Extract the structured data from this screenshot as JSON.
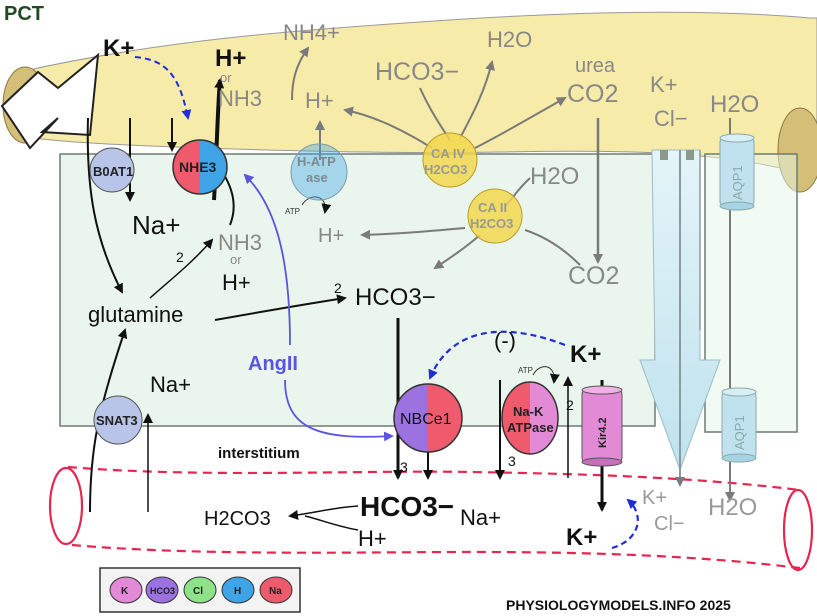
{
  "title": "PCT",
  "lumen": {
    "k_plus": "K+",
    "h_plus": "H+",
    "or1": "or",
    "nh3_top": "NH3",
    "nh4_plus": "NH4+",
    "h_plus_gray": "H+",
    "hco3_minus": "HCO3−",
    "h2o_top": "H2O",
    "urea": "urea",
    "co2_top": "CO2",
    "k_plus_right": "K+",
    "cl_minus_right": "Cl−",
    "h2o_right": "H2O"
  },
  "cell": {
    "boat1": "B0AT1",
    "nhe3": "NHE3",
    "h_atpase_1": "H-ATP",
    "h_atpase_2": "ase",
    "ca4_1": "CA IV",
    "ca4_2": "H2CO3",
    "ca2_1": "CA II",
    "ca2_2": "H2CO3",
    "atp_1": "ATP",
    "h_plus_mid": "H+",
    "h2o_mid": "H2O",
    "co2_mid": "CO2",
    "na_plus_1": "Na+",
    "two_1": "2",
    "nh3_mid": "NH3",
    "or2": "or",
    "h_plus_mid2": "H+",
    "glutamine": "glutamine",
    "two_2": "2",
    "hco3_mid": "HCO3−",
    "minus_sign": "(-)",
    "k_plus_baso": "K+",
    "angii": "AngII",
    "na_plus_2": "Na+",
    "snat3": "SNAT3",
    "nbce1": "NBCe1",
    "nak_1": "Na-K",
    "nak_2": "ATPase",
    "atp_2": "ATP",
    "two_3": "2",
    "kir": "Kir4.2",
    "aqp1_top": "AQP1",
    "aqp1_bottom": "AQP1"
  },
  "interstitium": {
    "label": "interstitium",
    "three_1": "3",
    "three_2": "3",
    "h2co3": "H2CO3",
    "hco3_big": "HCO3−",
    "h_plus_bottom": "H+",
    "na_plus_bottom": "Na+",
    "k_plus_bottom": "K+",
    "k_plus_gray": "K+",
    "cl_minus_gray": "Cl−",
    "h2o_bottom": "H2O"
  },
  "legend": [
    "K",
    "HCO3",
    "Cl",
    "H",
    "Na"
  ],
  "footer": "PHYSIOLOGYMODELS.INFO 2025",
  "colors": {
    "k": "#e38ad6",
    "hco3": "#9b72e0",
    "cl": "#8de28a",
    "h": "#3ea4e6",
    "na": "#f05a6d",
    "lumen": "#f7eba9",
    "cell": "#e6f5ea",
    "blue_arrow": "#1f2bdc",
    "angii": "#5a55e0",
    "capillary": "#e8254e"
  }
}
